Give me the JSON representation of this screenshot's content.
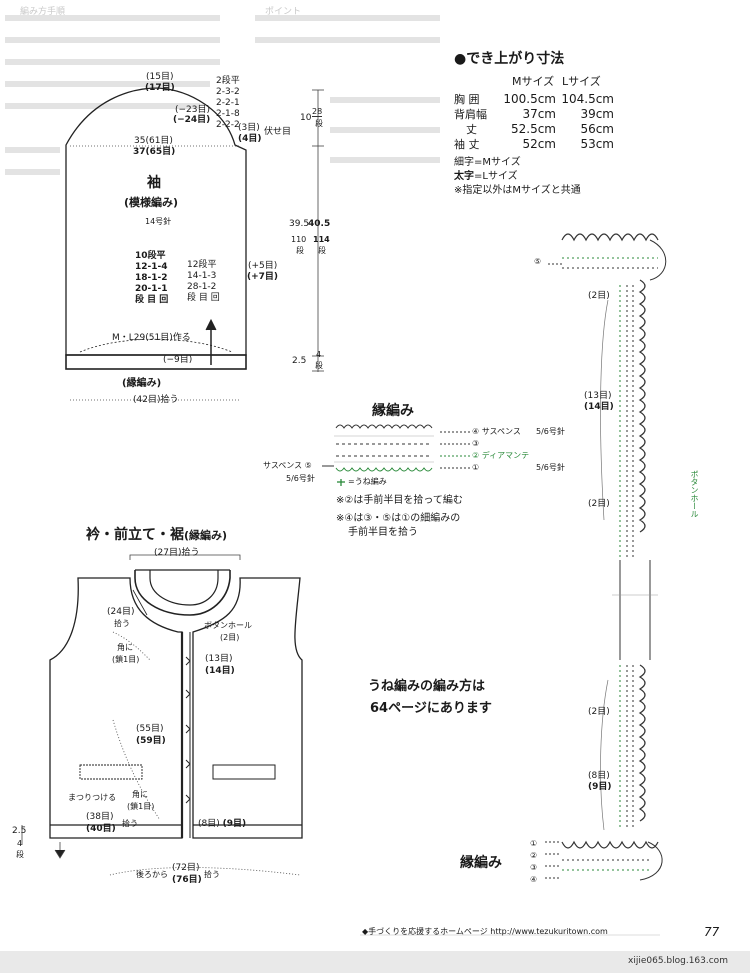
{
  "ghost_header": [
    "編み方手順",
    "ポイント"
  ],
  "sleeve": {
    "top_stitches": "(15目)",
    "top_stitches_l": "(17目)",
    "shaping": [
      "2段平",
      "2-3-2",
      "2-2-1",
      "2-1-8",
      "2-2-2"
    ],
    "dec": "(−23目)",
    "dec_l": "(−24目)",
    "bind": "(3目)",
    "bind_l": "(4目)",
    "bind_label": "伏せ目",
    "width": "35(61目)",
    "width_l": "37(65目)",
    "title": "袖",
    "pattern": "(模様編み)",
    "needle": "14号針",
    "left_shaping": [
      "10段平",
      "12-1-4",
      "18-1-2",
      "20-1-1",
      "段 目 回"
    ],
    "right_shaping": [
      "12段平",
      "14-1-3",
      "28-1-2",
      "段 目 回"
    ],
    "inc": "(+5目)",
    "inc_l": "(+7目)",
    "make": "M・L29(51目)作る",
    "minus9": "(−9目)",
    "border": "(縁編み)",
    "pickup": "(42目)拾う",
    "h_top": "10",
    "h_top_rows": "28",
    "h_top_unit": "段",
    "h_mid_m": "39.5",
    "h_mid_l": "40.5",
    "h_mid_rows_m": "110",
    "h_mid_rows_l": "114",
    "h_mid_unit": "段",
    "h_bot": "2.5",
    "h_bot_rows": "4",
    "h_bot_unit": "段"
  },
  "measure": {
    "title": "●でき上がり寸法",
    "col_m": "Mサイズ",
    "col_l": "Lサイズ",
    "rows": [
      {
        "label": "胸 囲",
        "m": "100.5cm",
        "l": "104.5cm"
      },
      {
        "label": "背肩幅",
        "m": "37cm",
        "l": "39cm"
      },
      {
        "label": "丈",
        "m": "52.5cm",
        "l": "56cm"
      },
      {
        "label": "袖 丈",
        "m": "52cm",
        "l": "53cm"
      }
    ],
    "note1": "細字=Mサイズ",
    "note2_bold": "太字",
    "note2_rest": "=Lサイズ",
    "note3": "※指定以外はMサイズと共通"
  },
  "edge_chart": {
    "title": "縁編み",
    "r4": "④ サスペンス",
    "r3": "③",
    "r2": "② ディアマンテ",
    "r1": "①",
    "needle1": "5/6号針",
    "needle2": "5/6号針",
    "left": "サスペンス ⑤",
    "left_needle": "5/6号針",
    "legend": "=うね編み",
    "note1": "※②は手前半目を拾って編む",
    "note2a": "※④は③・⑤は①の細編みの",
    "note2b": "手前半目を拾う"
  },
  "front": {
    "title": "衿・前立て・裾",
    "title_sub": "(縁編み)",
    "neck": "(27目)拾う",
    "t24": "(24目)",
    "pick": "拾う",
    "corner": "角に",
    "corner2": "(鎖1目)",
    "button": "ボタンホール",
    "button2": "(2目)",
    "s13": "(13目)",
    "s14": "(14目)",
    "s55": "(55目)",
    "s59": "(59目)",
    "sew": "まつりつける",
    "corner_b": "角に",
    "corner_b2": "(鎖1目)",
    "s38": "(38目)",
    "s40": "(40目)",
    "pick2": "拾う",
    "s8": "(8目)",
    "s9": "(9目)",
    "back": "後ろから",
    "s72": "(72目)",
    "s76": "(76目)",
    "pick3": "拾う",
    "h_size": "2.5",
    "h_rows": "4",
    "h_unit": "段",
    "ref1": "うね編みの編み方は",
    "ref2": "64ページにあります"
  },
  "band": {
    "num5": "⑤",
    "r2a": "(2目)",
    "r13": "(13目)",
    "r14": "(14目)",
    "r2b": "(2目)",
    "buttonhole": "ボタンホール",
    "r2c": "(2目)",
    "r8": "(8目)",
    "r9": "(9目)",
    "bottom_title": "縁編み",
    "rows": [
      "①",
      "②",
      "③",
      "④"
    ]
  },
  "footer": {
    "line": "◆手づくりを応援するホームページ http://www.tezukuritown.com",
    "page": "77",
    "watermark": "xijie065.blog.163.com"
  }
}
